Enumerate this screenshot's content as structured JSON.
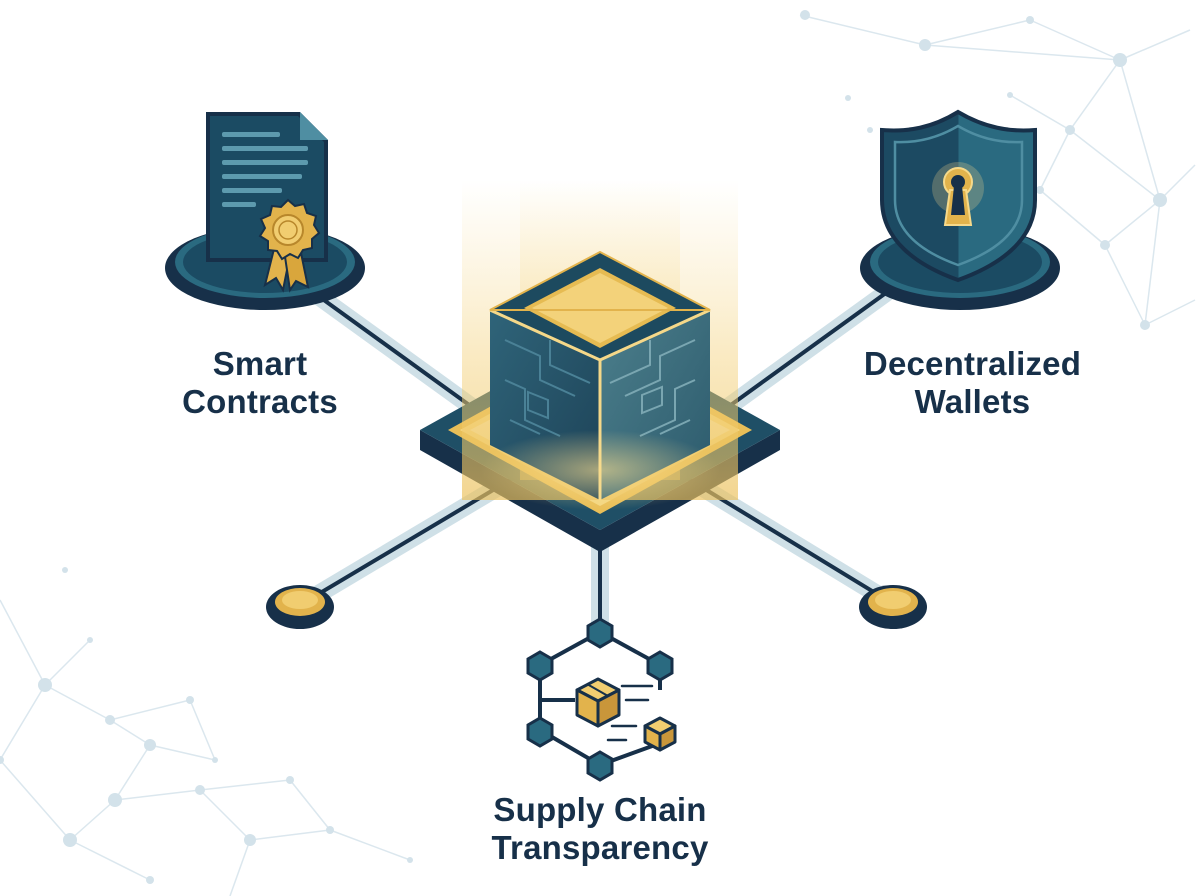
{
  "colors": {
    "navy": "#173049",
    "teal_dark": "#1b4b63",
    "teal_mid": "#2a6a80",
    "teal_light": "#4f8ea2",
    "gold": "#e2b34c",
    "gold_light": "#f6d98a",
    "background_network": "#dbe7ee"
  },
  "nodes": {
    "smart_contracts": {
      "label_line1": "Smart",
      "label_line2": "Contracts",
      "icon": "contract-document-icon"
    },
    "decentralized_wallets": {
      "label_line1": "Decentralized",
      "label_line2": "Wallets",
      "icon": "shield-keyhole-icon"
    },
    "supply_chain": {
      "label_line1": "Supply Chain",
      "label_line2": "Transparency",
      "icon": "supply-network-icon"
    }
  },
  "center": {
    "icon": "blockchain-cube-icon"
  }
}
